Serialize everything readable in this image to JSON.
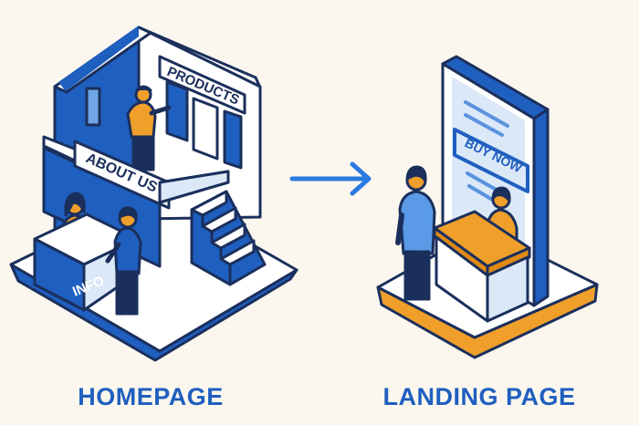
{
  "colors": {
    "background": "#fbf7ee",
    "primary_blue": "#1f5fbf",
    "dark_navy": "#1b2f5c",
    "accent_orange": "#f0a02a",
    "light_blue": "#dbe8f8",
    "white": "#ffffff"
  },
  "homepage": {
    "caption": "HOMEPAGE",
    "signs": {
      "products": "PRODUCTS",
      "about": "ABOUT US",
      "info": "INFO"
    }
  },
  "flow_arrow": {
    "icon": "arrow-right-icon"
  },
  "landing": {
    "caption": "LANDING PAGE",
    "cta": "BUY NOW"
  }
}
